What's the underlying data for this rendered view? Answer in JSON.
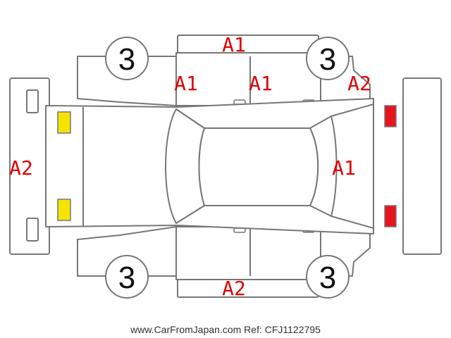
{
  "wheels": {
    "front_left": "3",
    "front_right": "3",
    "rear_left": "3",
    "rear_right": "3"
  },
  "damage_marks": {
    "roof_top": "A1",
    "front_door_top": "A1",
    "rear_door_top": "A1",
    "rear_quarter_top": "A2",
    "front_bumper": "A2",
    "rear_panel": "A1",
    "side_sill_bottom": "A2"
  },
  "indicator_colors": {
    "headlight": "#f5e400",
    "taillight": "#e8141c"
  },
  "footer": {
    "text": "www.CarFromJapan.com Ref: CFJ1122795"
  }
}
